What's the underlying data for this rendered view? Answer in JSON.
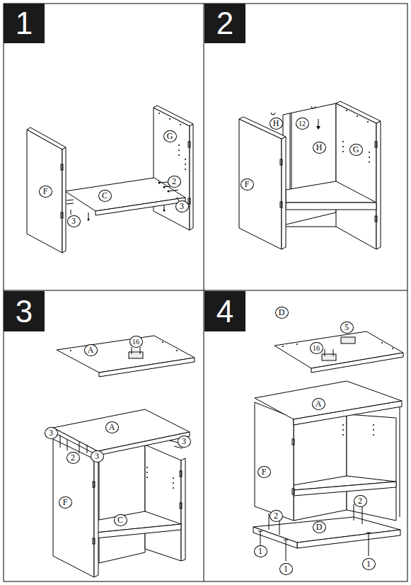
{
  "diagram": {
    "nodes": [
      {
        "text": [
          "1"
        ]
      },
      {
        "text": [
          "2"
        ]
      },
      {
        "text": [
          "3"
        ]
      },
      {
        "text": [
          "4"
        ]
      }
    ],
    "labels": [
      "F",
      "G",
      "C",
      "2",
      "3",
      "3",
      "H",
      "12",
      "H",
      "G",
      "F",
      "A",
      "16",
      "A",
      "3",
      "3",
      "2",
      "3",
      "F",
      "C",
      "D",
      "5",
      "16",
      "A",
      "F",
      "2",
      "2",
      "D",
      "1",
      "1",
      "1"
    ]
  }
}
